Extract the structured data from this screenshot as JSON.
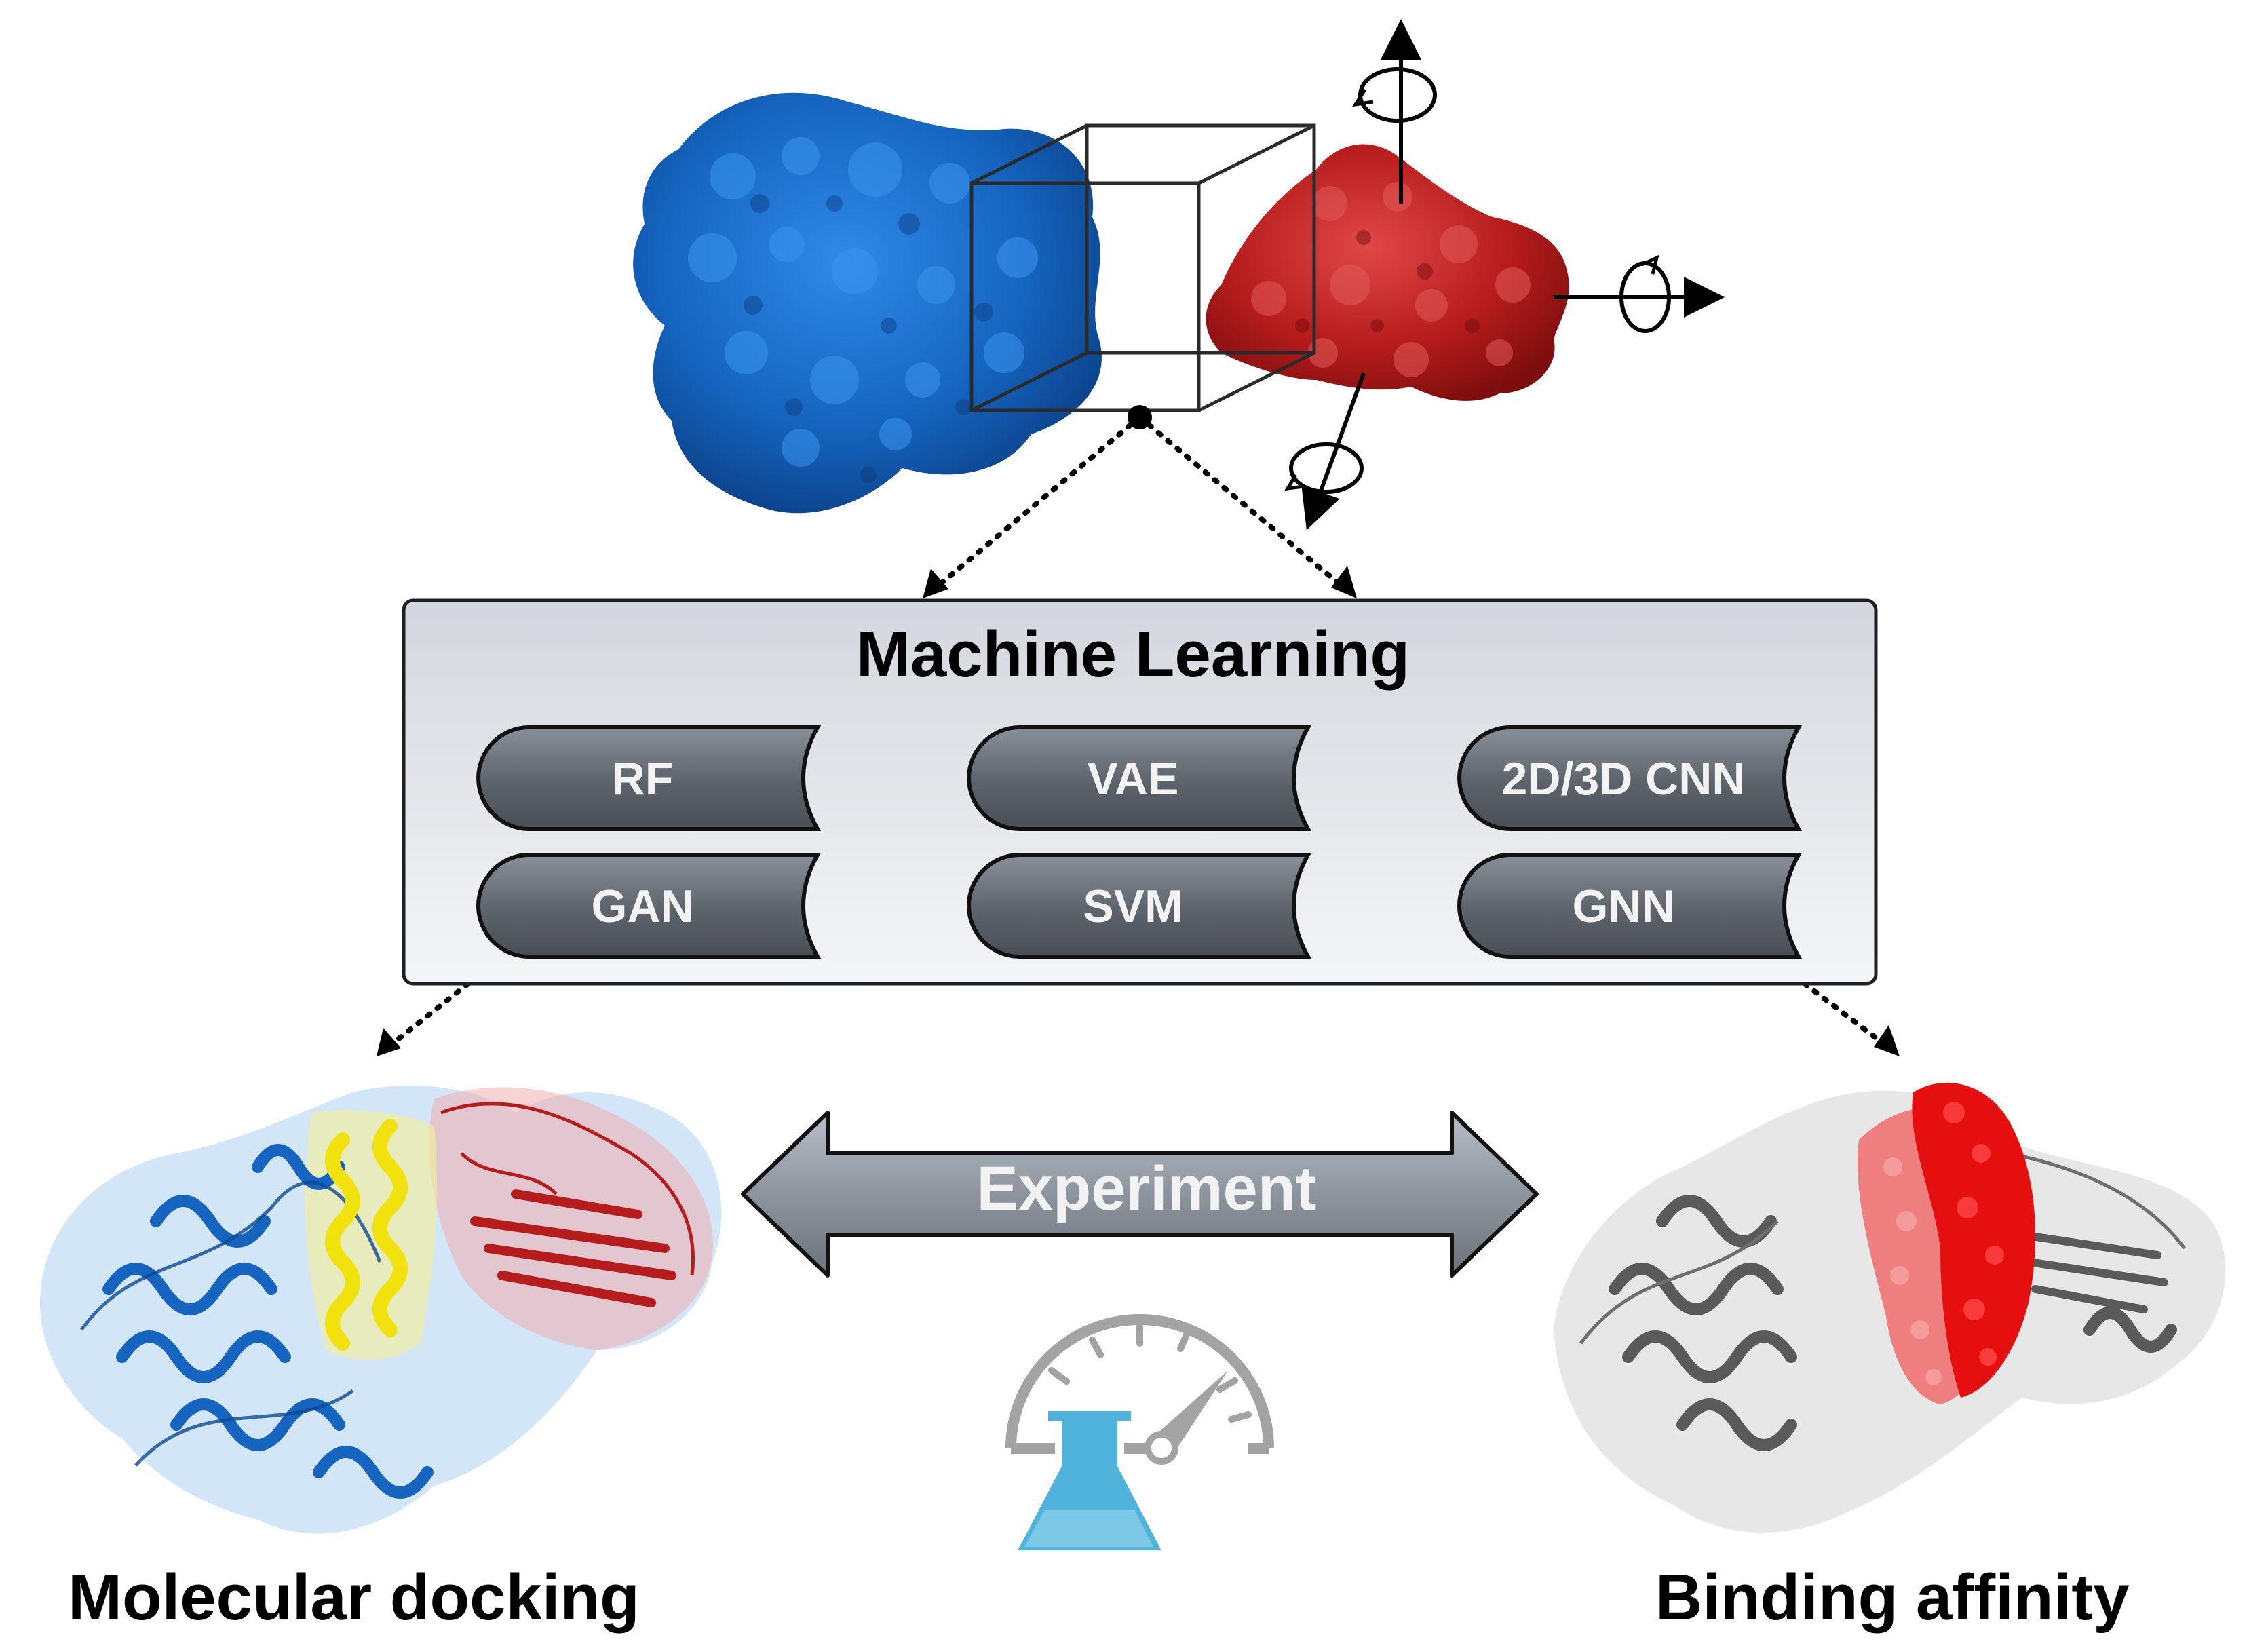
{
  "machine_learning": {
    "title": "Machine Learning",
    "methods": [
      "RF",
      "VAE",
      "2D/3D CNN",
      "GAN",
      "SVM",
      "GNN"
    ]
  },
  "experiment_label": "Experiment",
  "bottom_labels": {
    "left": "Molecular docking",
    "right": "Binding affinity"
  },
  "icons": [
    "rotation-axis-icon",
    "lab-flask-gauge-icon",
    "double-arrow-icon"
  ],
  "colors": {
    "receptor_blue": "#1565c0",
    "ligand_red": "#b71c1c",
    "helix_yellow": "#f5e211",
    "panel_gray_top": "#d6dae0",
    "panel_gray_bottom": "#f3f4f6",
    "pill_gray": "#6b727b",
    "flask_blue": "#4fb3dc",
    "gauge_gray": "#a3a3a3"
  }
}
